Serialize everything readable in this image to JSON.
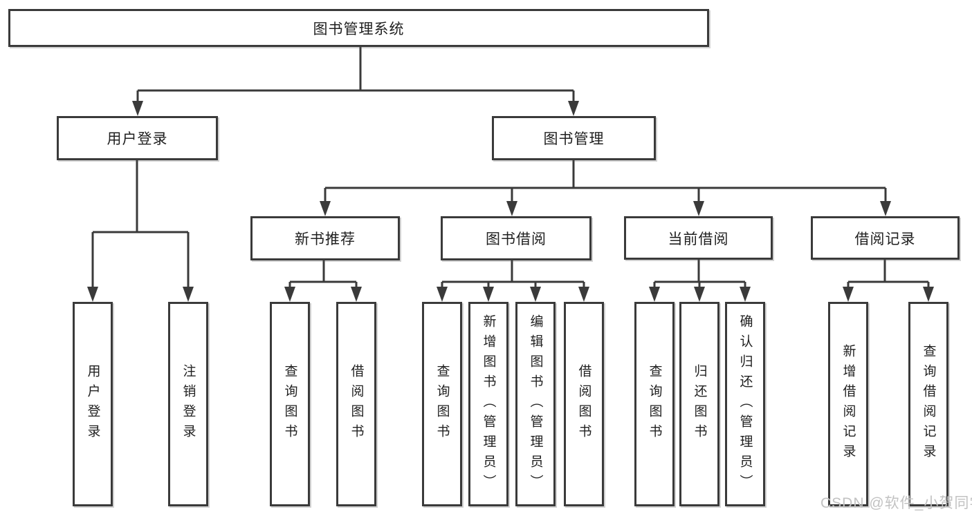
{
  "diagram": {
    "root": "图书管理系统",
    "branches": [
      {
        "label": "用户登录",
        "children": [
          "用户登录",
          "注销登录"
        ]
      },
      {
        "label": "图书管理",
        "sections": [
          {
            "label": "新书推荐",
            "children": [
              "查询图书",
              "借阅图书"
            ]
          },
          {
            "label": "图书借阅",
            "children": [
              "查询图书",
              "新增图书（管理员）",
              "编辑图书（管理员）",
              "借阅图书"
            ]
          },
          {
            "label": "当前借阅",
            "children": [
              "查询图书",
              "归还图书",
              "确认归还（管理员）"
            ]
          },
          {
            "label": "借阅记录",
            "children": [
              "新增借阅记录",
              "查询借阅记录"
            ]
          }
        ]
      }
    ]
  },
  "watermark": "CSDN @软件_小贺同学",
  "colors": {
    "line": "#3a3a3a",
    "box_border": "#3a3a3a",
    "box_fill": "#ffffff",
    "text": "#1f1f1f",
    "watermark": "#c2c2c2",
    "background": "#ffffff"
  }
}
